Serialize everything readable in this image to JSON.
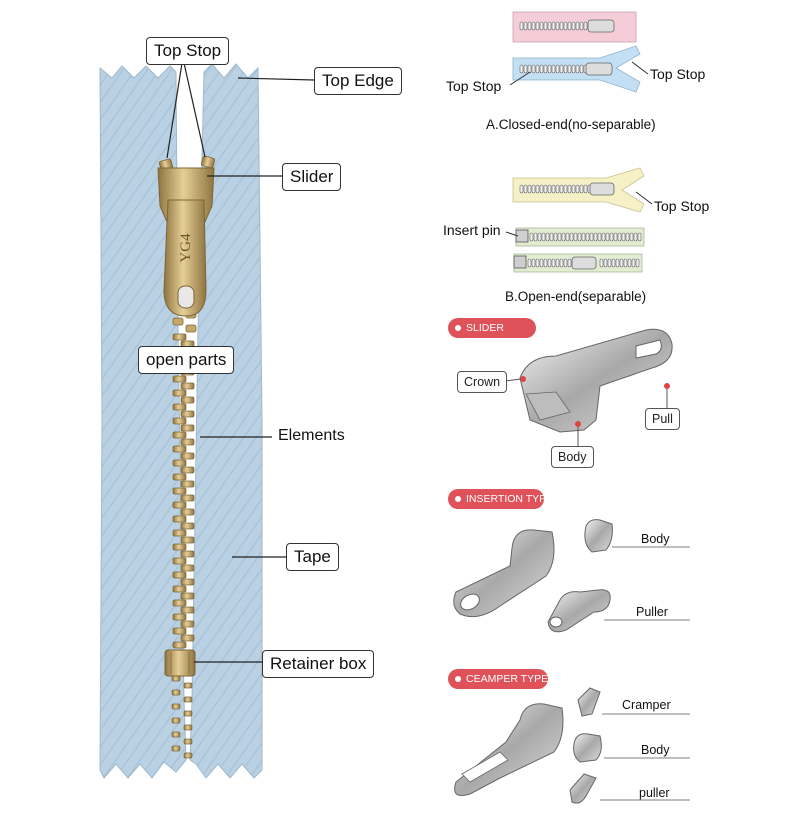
{
  "colors": {
    "tape": "#b9d1e3",
    "metal": "#c4a86a",
    "pill": "#e0525a",
    "pink_tape": "#f5cdd8",
    "blue_tape": "#c3dff3",
    "yellow_tape": "#f5f0c6",
    "green_tape": "#e2ecd3"
  },
  "main_labels": {
    "top_stop": "Top Stop",
    "top_edge": "Top Edge",
    "slider": "Slider",
    "open_parts": "open parts",
    "elements": "Elements",
    "tape": "Tape",
    "retainer_box": "Retainer box",
    "slider_stamp": "YG4"
  },
  "section_a": {
    "top_stop_left": "Top Stop",
    "top_stop_right": "Top Stop",
    "caption": "A.Closed-end(no-separable)"
  },
  "section_b": {
    "top_stop": "Top Stop",
    "insert_pin": "Insert pin",
    "caption": "B.Open-end(separable)"
  },
  "slider_section": {
    "badge": "SLIDER",
    "crown": "Crown",
    "pull": "Pull",
    "body": "Body"
  },
  "insertion_section": {
    "badge": "INSERTION TYPE",
    "body": "Body",
    "puller": "Puller"
  },
  "ceamper_section": {
    "badge": "CEAMPER TYPE",
    "cramper": "Cramper",
    "body": "Body",
    "puller": "puller"
  }
}
